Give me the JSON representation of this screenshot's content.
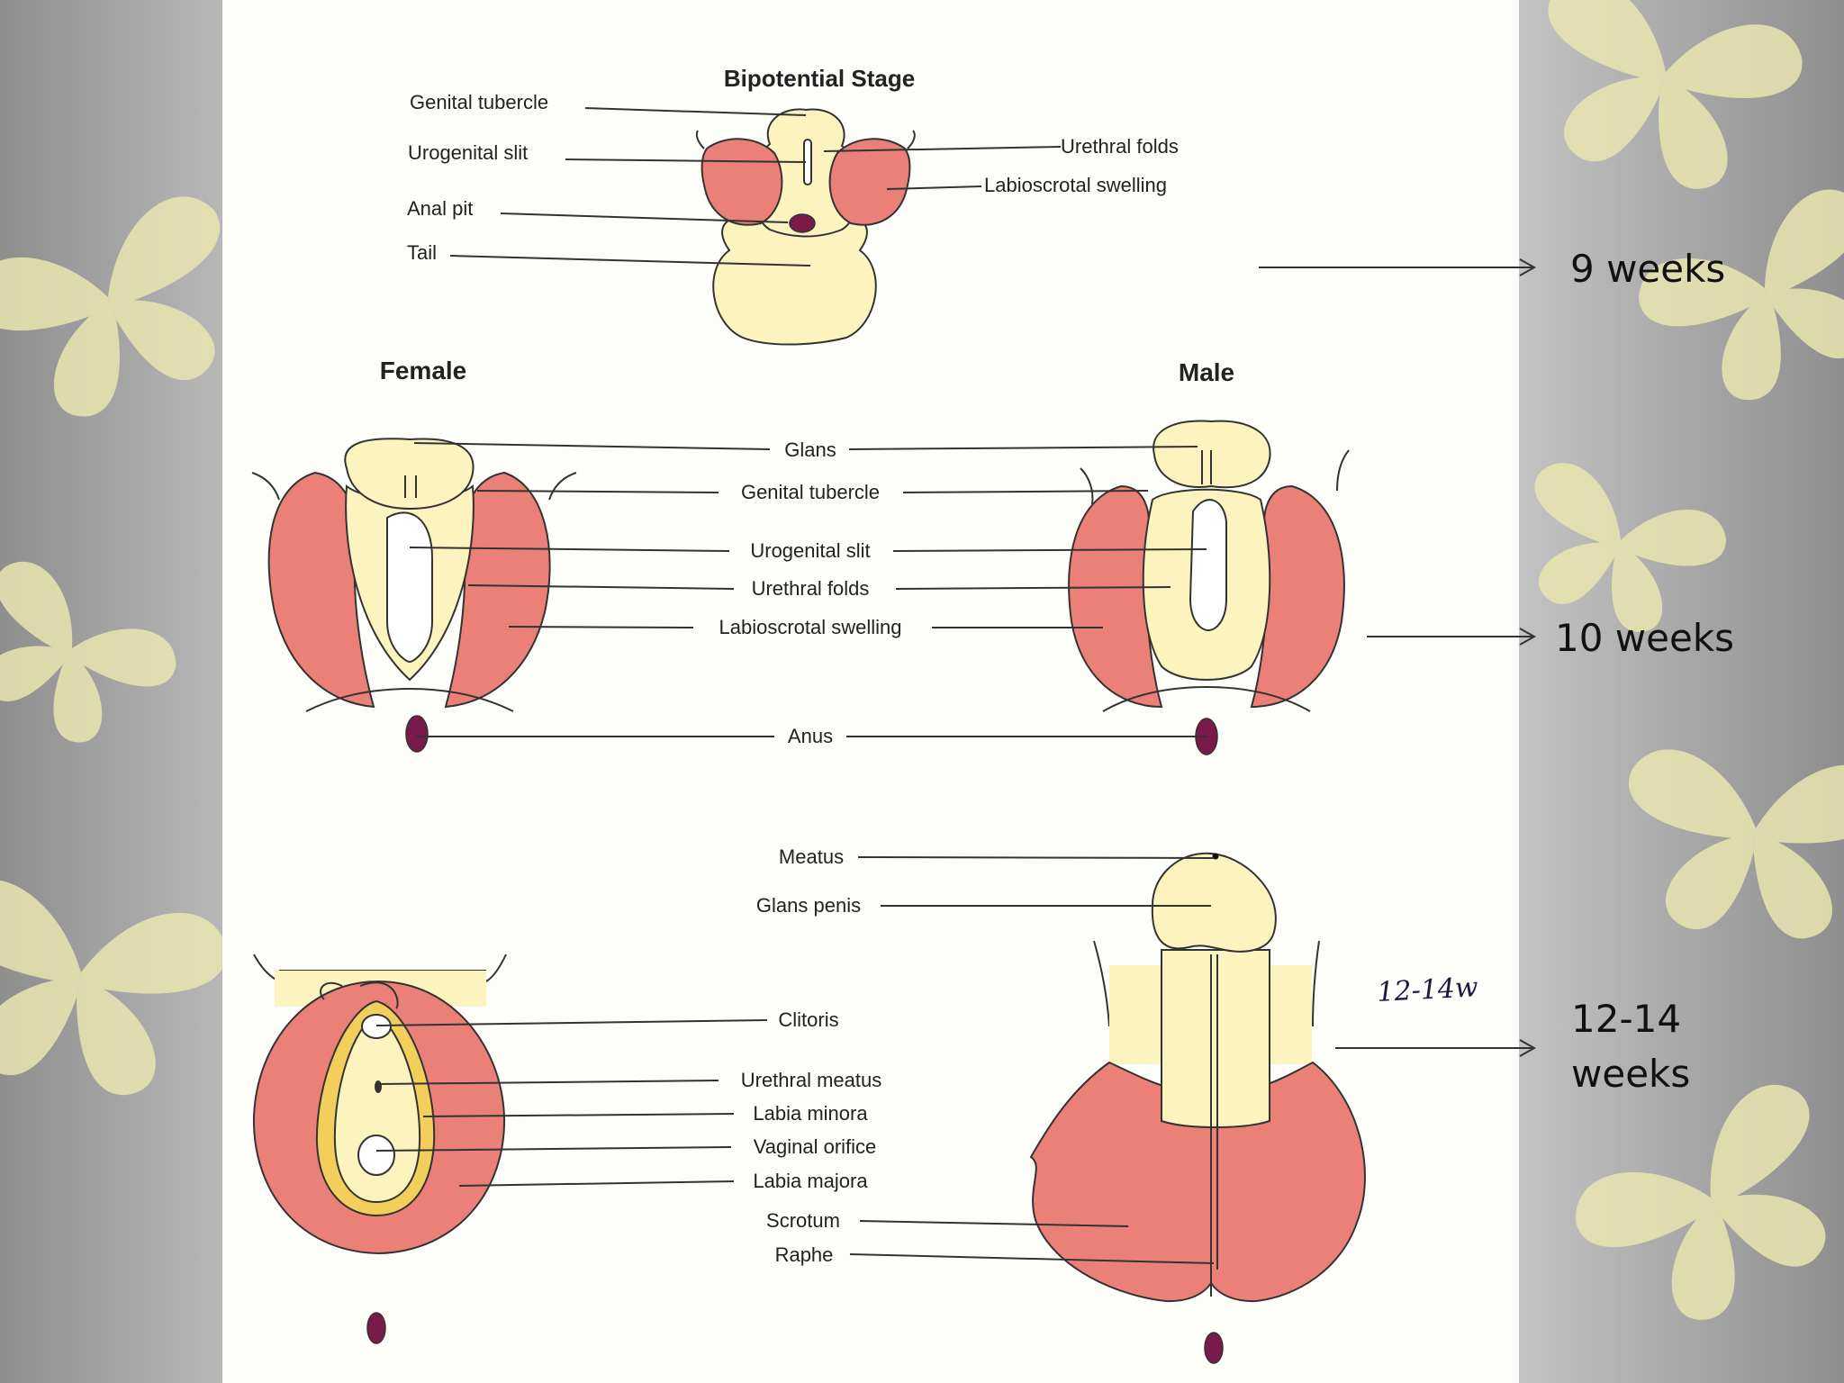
{
  "title": "Bipotential Stage",
  "bipotential_labels": {
    "genital_tubercle": "Genital tubercle",
    "urogenital_slit": "Urogenital slit",
    "anal_pit": "Anal pit",
    "tail": "Tail",
    "urethral_folds": "Urethral folds",
    "labioscrotal_swelling": "Labioscrotal swelling"
  },
  "female_heading": "Female",
  "male_heading": "Male",
  "stage2_labels": {
    "glans": "Glans",
    "genital_tubercle": "Genital tubercle",
    "urogenital_slit": "Urogenital slit",
    "urethral_folds": "Urethral folds",
    "labioscrotal_swelling": "Labioscrotal swelling",
    "anus": "Anus"
  },
  "stage3_labels": {
    "meatus": "Meatus",
    "glans_penis": "Glans penis",
    "clitoris": "Clitoris",
    "urethral_meatus": "Urethral meatus",
    "labia_minora": "Labia minora",
    "vaginal_orifice": "Vaginal orifice",
    "labia_majora": "Labia majora",
    "scrotum": "Scrotum",
    "raphe": "Raphe"
  },
  "handwritten_note": "12-14w",
  "week_markers": {
    "stage1": "9 weeks",
    "stage2": "10 weeks",
    "stage3_line1": "12-14",
    "stage3_line2": "weeks"
  },
  "colors": {
    "pink": "#ea8077",
    "cream": "#fbf4be",
    "anus": "#7a1a4a",
    "background": "#9c9c9c"
  }
}
